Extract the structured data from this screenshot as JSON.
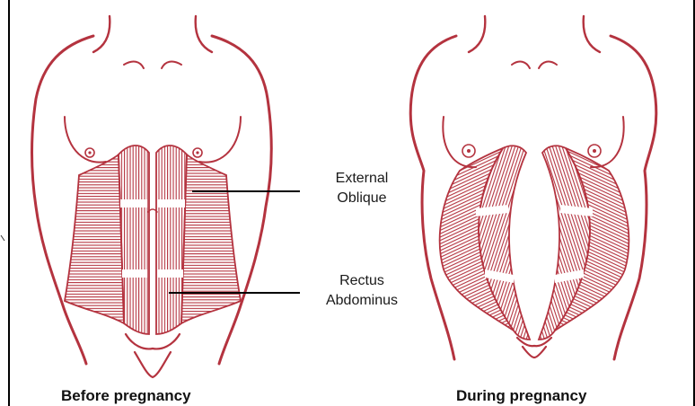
{
  "labels": {
    "external_oblique_line1": "External",
    "external_oblique_line2": "Oblique",
    "rectus_line1": "Rectus",
    "rectus_line2": "Abdominus"
  },
  "captions": {
    "before": "Before pregnancy",
    "during": "During pregnancy"
  },
  "colors": {
    "outline": "#b4333f",
    "hatch": "#b4333f",
    "leader": "#000000",
    "border": "#000000"
  }
}
